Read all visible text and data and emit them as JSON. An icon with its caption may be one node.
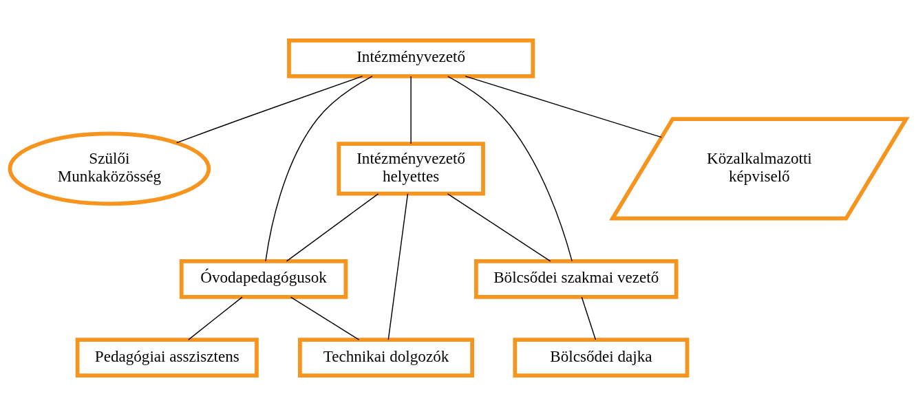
{
  "diagram": {
    "nodes": [
      {
        "text": [
          "Intézményvezető"
        ]
      },
      {
        "text": [
          "Szülői Munkaközösség"
        ]
      },
      {
        "text": [
          "Intézményvezető helyettes"
        ]
      },
      {
        "text": [
          "Közalkalmazotti képviselő"
        ]
      },
      {
        "text": [
          "Óvodapedagógusok"
        ]
      },
      {
        "text": [
          "Bölcsődei szakmai vezető"
        ]
      },
      {
        "text": [
          "Pedagógiai asszisztens"
        ]
      },
      {
        "text": [
          "Technikai dolgozók"
        ]
      },
      {
        "text": [
          "Bölcsődei dajka"
        ]
      }
    ],
    "edges": [
      {
        "from": 0,
        "to": 1,
        "arrow": "none"
      },
      {
        "from": 0,
        "to": 4,
        "arrow": "none"
      },
      {
        "from": 0,
        "to": 2,
        "arrow": "none"
      },
      {
        "from": 0,
        "to": 5,
        "arrow": "none"
      },
      {
        "from": 0,
        "to": 3,
        "arrow": "none"
      },
      {
        "from": 2,
        "to": 4,
        "arrow": "none"
      },
      {
        "from": 2,
        "to": 7,
        "arrow": "none"
      },
      {
        "from": 2,
        "to": 5,
        "arrow": "none"
      },
      {
        "from": 4,
        "to": 6,
        "arrow": "none"
      },
      {
        "from": 4,
        "to": 7,
        "arrow": "none"
      },
      {
        "from": 5,
        "to": 8,
        "arrow": "none"
      }
    ]
  }
}
